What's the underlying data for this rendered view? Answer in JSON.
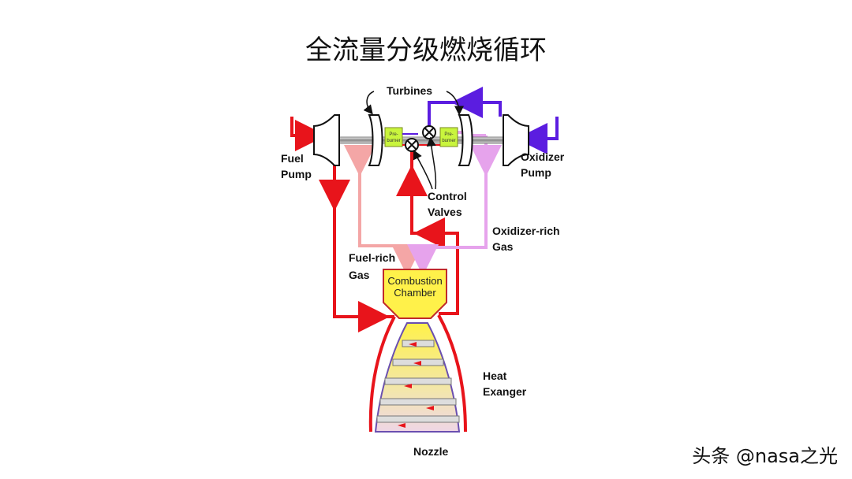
{
  "title": "全流量分级燃烧循环",
  "labels": {
    "turbines": "Turbines",
    "fuel_pump_1": "Fuel",
    "fuel_pump_2": "Pump",
    "oxidizer_pump_1": "Oxidizer",
    "oxidizer_pump_2": "Pump",
    "control_valves_1": "Control",
    "control_valves_2": "Valves",
    "fuel_rich_gas_1": "Fuel-rich",
    "fuel_rich_gas_2": "Gas",
    "oxidizer_rich_gas_1": "Oxidizer-rich",
    "oxidizer_rich_gas_2": "Gas",
    "combustion_chamber_1": "Combustion",
    "combustion_chamber_2": "Chamber",
    "heat_exchanger_1": "Heat",
    "heat_exchanger_2": "Exanger",
    "nozzle": "Nozzle",
    "preburner_1": "Pre-",
    "preburner_2": "burner"
  },
  "watermark": "头条 @nasa之光",
  "colors": {
    "fuel": "#e8141b",
    "fuel_rich_gas": "#f4a6a6",
    "oxidizer": "#5b1de0",
    "oxidizer_rich_gas": "#e6a3ec",
    "chamber": "#fff14a",
    "preburner": "#c9f53d"
  }
}
